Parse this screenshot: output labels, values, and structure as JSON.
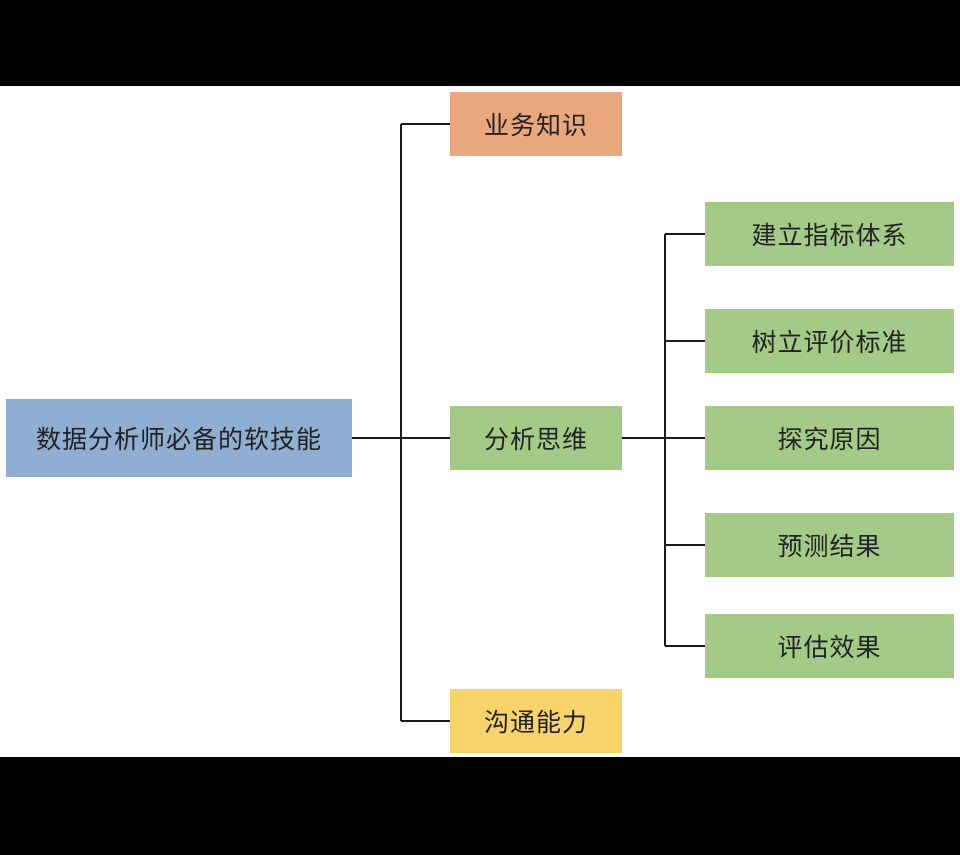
{
  "colors": {
    "background": "#000000",
    "canvas": "#ffffff",
    "line": "#1a1a1a",
    "root": "#8faed1",
    "orange": "#e8a77d",
    "green": "#a4ca88",
    "yellow": "#f7d36a"
  },
  "root": {
    "label": "数据分析师必备的软技能"
  },
  "branches": [
    {
      "label": "业务知识",
      "color": "orange"
    },
    {
      "label": "分析思维",
      "color": "green"
    },
    {
      "label": "沟通能力",
      "color": "yellow"
    }
  ],
  "sub_branches": [
    {
      "label": "建立指标体系"
    },
    {
      "label": "树立评价标准"
    },
    {
      "label": "探究原因"
    },
    {
      "label": "预测结果"
    },
    {
      "label": "评估效果"
    }
  ]
}
